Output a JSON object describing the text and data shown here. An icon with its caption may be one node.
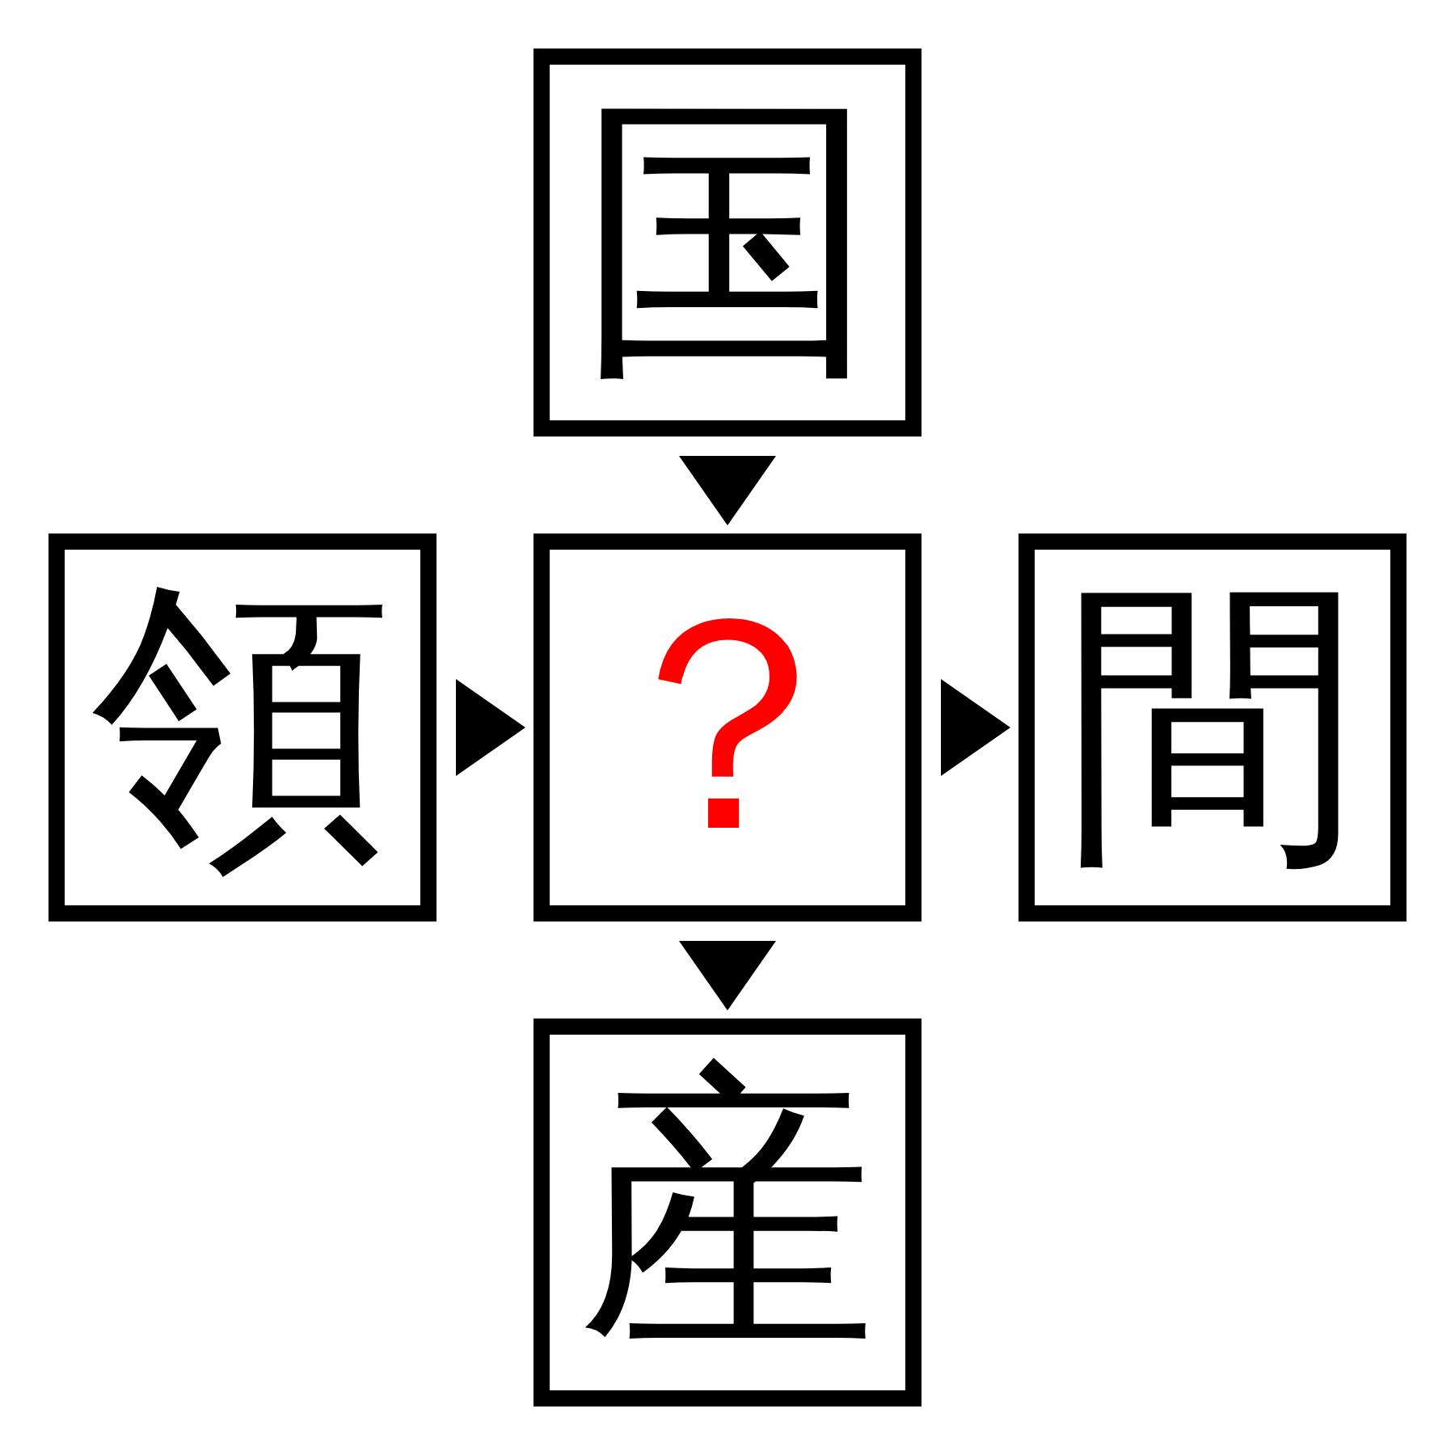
{
  "diagram": {
    "nodes": [
      {
        "text": [
          "国"
        ]
      },
      {
        "text": [
          "領"
        ]
      },
      {
        "text": [
          "？"
        ]
      },
      {
        "text": [
          "間"
        ]
      },
      {
        "text": [
          "産"
        ]
      }
    ],
    "edges": [
      {
        "from": 0,
        "to": 2,
        "arrow": "to"
      },
      {
        "from": 1,
        "to": 2,
        "arrow": "to"
      },
      {
        "from": 2,
        "to": 3,
        "arrow": "to"
      },
      {
        "from": 2,
        "to": 4,
        "arrow": "to"
      }
    ]
  }
}
